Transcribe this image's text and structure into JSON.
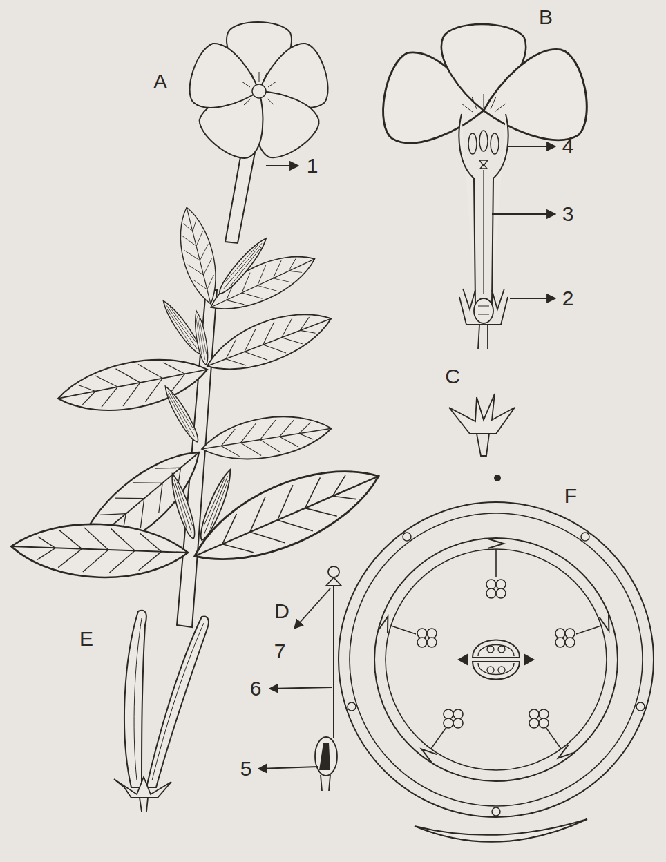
{
  "diagram": {
    "labels": [
      "A",
      "B",
      "C",
      "D",
      "E",
      "F",
      "1",
      "2",
      "3",
      "4",
      "5",
      "6",
      "7"
    ]
  }
}
